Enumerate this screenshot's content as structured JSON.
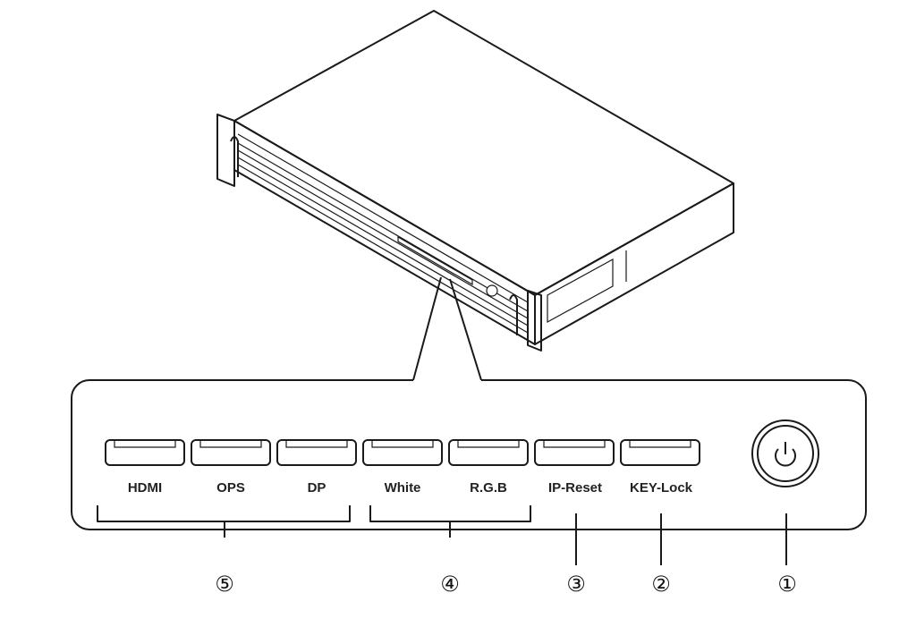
{
  "panel": {
    "buttons": [
      {
        "label": "HDMI"
      },
      {
        "label": "OPS"
      },
      {
        "label": "DP"
      },
      {
        "label": "White"
      },
      {
        "label": "R.G.B"
      },
      {
        "label": "IP-Reset"
      },
      {
        "label": "KEY-Lock"
      }
    ],
    "power_icon": "power-icon"
  },
  "callouts": {
    "power": "①",
    "key_lock": "②",
    "ip_reset": "③",
    "color_group": "④",
    "input_group": "⑤"
  }
}
